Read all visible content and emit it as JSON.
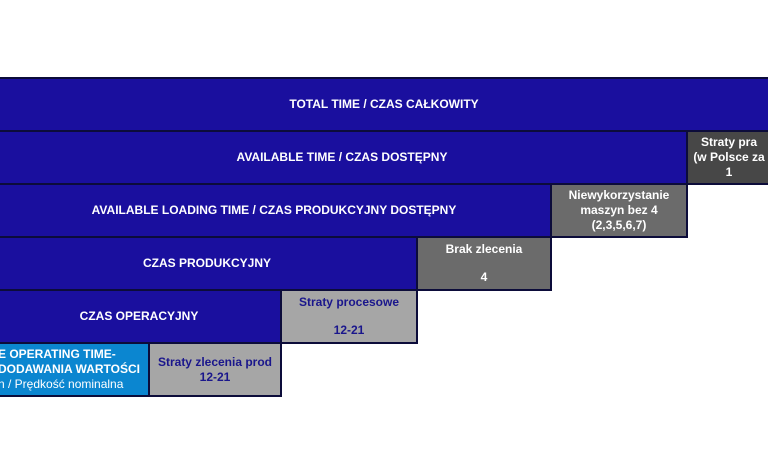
{
  "rows": {
    "total": "TOTAL TIME / CZAS CAŁKOWITY",
    "available": "AVAILABLE TIME / CZAS DOSTĘPNY",
    "loading": "AVAILABLE LOADING TIME / CZAS PRODUKCYJNY DOSTĘPNY",
    "produkcyjny": "CZAS PRODUKCYJNY",
    "operacyjny": "CZAS OPERACYJNY",
    "value_line1": "E OPERATING TIME-",
    "value_line2": "DODAWANIA WARTOŚCI",
    "value_line3": "n / Prędkość nominalna"
  },
  "losses": {
    "straty_pra_line1": "Straty pra",
    "straty_pra_line2": "(w Polsce za",
    "straty_pra_code": "1",
    "niewykorzystanie_line1": "Niewykorzystanie",
    "niewykorzystanie_line2": "maszyn bez 4",
    "niewykorzystanie_code": "(2,3,5,6,7)",
    "brak_label": "Brak zlecenia",
    "brak_code": "4",
    "procesowe_label": "Straty procesowe",
    "procesowe_code": "12-21",
    "zlecenia_label": "Straty zlecenia prod",
    "zlecenia_code": "12-21"
  },
  "colors": {
    "dark_blue": "#1a0f9e",
    "light_blue": "#0b86d0",
    "dark_gray": "#474747",
    "mid_gray": "#6b6b6b",
    "light_gray": "#a6a6a6"
  }
}
